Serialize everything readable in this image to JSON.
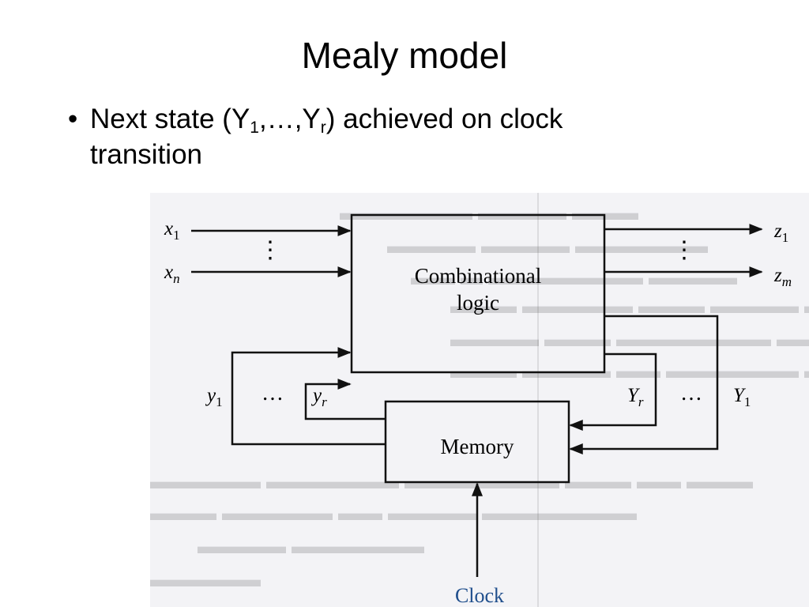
{
  "slide": {
    "title": "Mealy model",
    "bullet": {
      "pre": "Next state (Y",
      "sub1": "1",
      "mid": ",…,Y",
      "sub2": "r",
      "post": ") achieved on clock",
      "line2": "transition"
    }
  },
  "diagram": {
    "inputs": {
      "x1": "x",
      "x1_sub": "1",
      "xn": "x",
      "xn_sub": "n"
    },
    "outputs": {
      "z1": "z",
      "z1_sub": "1",
      "zm": "z",
      "zm_sub": "m"
    },
    "combinational": {
      "line1": "Combinational",
      "line2": "logic"
    },
    "memory": {
      "label": "Memory"
    },
    "present_state": {
      "y1": "y",
      "y1_sub": "1",
      "yr": "y",
      "yr_sub": "r"
    },
    "next_state": {
      "Yr": "Y",
      "Yr_sub": "r",
      "Y1": "Y",
      "Y1_sub": "1"
    },
    "ellipsis": "…",
    "vdots": "⋮",
    "clock": "Clock"
  },
  "colors": {
    "clock_text": "#1f4e8c",
    "line": "#111111",
    "scan_bg": "#f3f3f6"
  }
}
